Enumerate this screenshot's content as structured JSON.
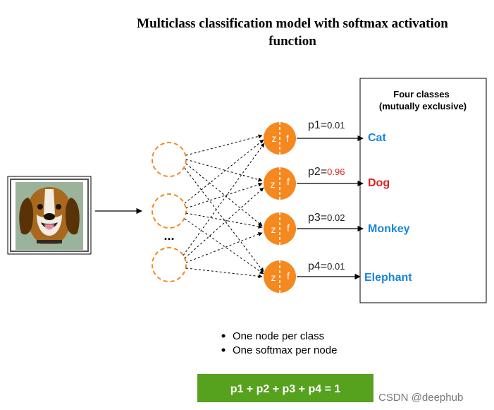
{
  "title": {
    "line1": "Multiclass classification model with softmax activation",
    "line2": "function"
  },
  "classes_box": {
    "header_line1": "Four classes",
    "header_line2": "(mutually exclusive)"
  },
  "node_labels": {
    "z": "z",
    "f": "f"
  },
  "hidden_ellipsis": "...",
  "outputs": [
    {
      "prob_name": "p1=",
      "prob_value": "0.01",
      "class": "Cat",
      "class_color": "#1a86d9",
      "value_color": "#222222"
    },
    {
      "prob_name": "p2=",
      "prob_value": "0.96",
      "class": "Dog",
      "class_color": "#e02020",
      "value_color": "#e02020"
    },
    {
      "prob_name": "p3=",
      "prob_value": "0.02",
      "class": "Monkey",
      "class_color": "#1a86d9",
      "value_color": "#222222"
    },
    {
      "prob_name": "p4=",
      "prob_value": "0.01",
      "class": "Elephant",
      "class_color": "#1a86d9",
      "value_color": "#222222"
    }
  ],
  "notes": [
    "One node per class",
    "One softmax per node"
  ],
  "sum_equation": "p1 + p2 + p3 + p4 = 1",
  "watermark": "CSDN @deephub",
  "colors": {
    "node": "#f5881f",
    "sum_box": "#56a11e"
  },
  "icons": {
    "input_image": "beagle-dog-photo"
  }
}
